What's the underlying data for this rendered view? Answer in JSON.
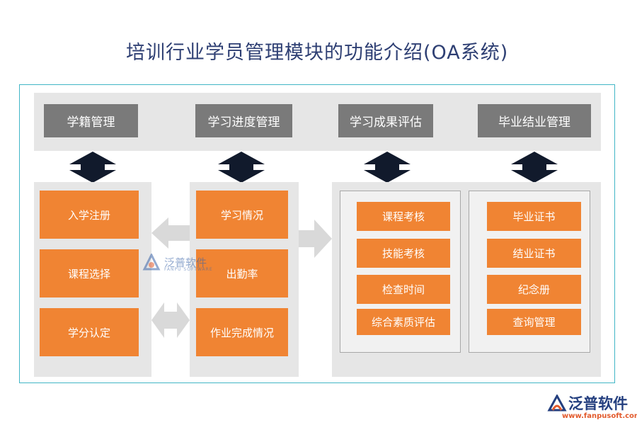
{
  "title": "培训行业学员管理模块的功能介绍(OA系统)",
  "colors": {
    "accent": "#f08433",
    "header": "#7a7a7a",
    "panel": "#e6e6e6",
    "frame": "#41b6c6",
    "arrow": "#111a2c"
  },
  "modules": [
    {
      "label": "学籍管理",
      "items": [
        "入学注册",
        "课程选择",
        "学分认定"
      ]
    },
    {
      "label": "学习进度管理",
      "items": [
        "学习情况",
        "出勤率",
        "作业完成情况"
      ]
    },
    {
      "label": "学习成果评估",
      "items": [
        "课程考核",
        "技能考核",
        "检查时间",
        "综合素质评估"
      ]
    },
    {
      "label": "毕业结业管理",
      "items": [
        "毕业证书",
        "结业证书",
        "纪念册",
        "查询管理"
      ]
    }
  ],
  "watermark": {
    "name": "泛普软件",
    "sub": "FANPU SOFTWARE"
  },
  "logo": {
    "name": "泛普软件",
    "url": "www.fanpusoft.com",
    "icon": "fanpu-logo-icon"
  }
}
